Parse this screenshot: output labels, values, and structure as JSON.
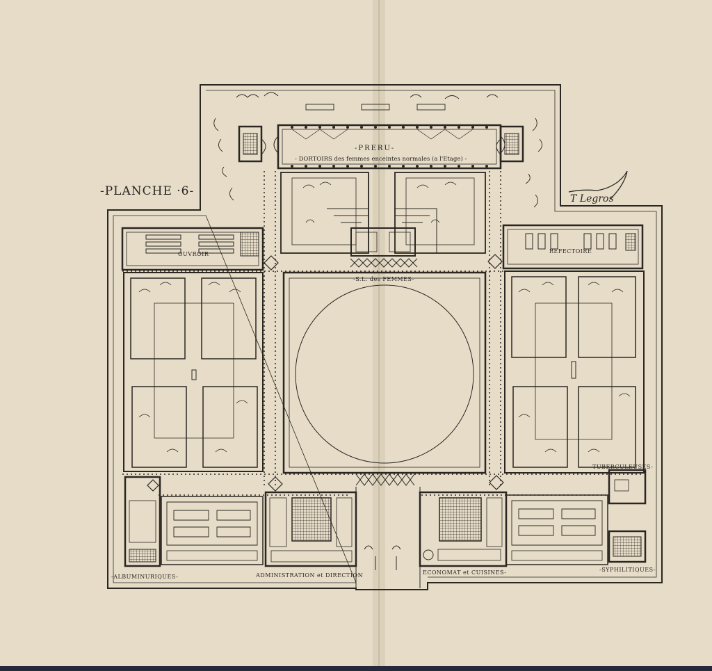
{
  "plate": {
    "label": "-PLANCHE ·6-"
  },
  "signature": "T Legros",
  "labels": {
    "dortoirs_title": "-PRERU-",
    "dortoirs_sub": "- DORTOIRS des femmes enceintes normales (a l'Etage) -",
    "ouvroir": "OUVROIR",
    "refectoire": "REFECTOIRE",
    "salle_femmes": "-S.L. des FEMMES-",
    "tuberculeuses": "TUBERCULEUSES-",
    "albuminuriques": "-ALBUMINURIQUES-",
    "administration": "ADMINISTRATION et DIRECTION",
    "economat": "ECONOMAT et CUISINES-",
    "syphilitiques": "-SYPHILITIQUES-"
  },
  "colors": {
    "paper": "#e6dcc8",
    "ink": "#2a2622",
    "fold": "#d4c9b3",
    "bottom_strip": "#252a3a"
  }
}
